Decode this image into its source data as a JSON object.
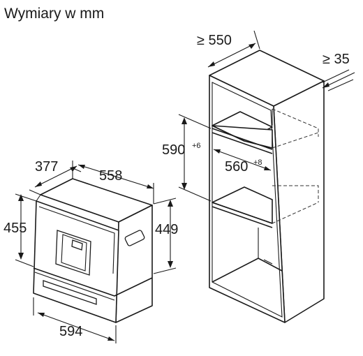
{
  "title": "Wymiary w mm",
  "appliance": {
    "depth": "377",
    "width": "558",
    "height_front": "455",
    "height_side": "449",
    "total_width": "594"
  },
  "cabinet": {
    "min_depth": "≥ 550",
    "min_back_gap": "≥ 35",
    "niche_height": "590",
    "niche_height_tol": "+6",
    "niche_width": "560",
    "niche_width_tol": "+8"
  }
}
